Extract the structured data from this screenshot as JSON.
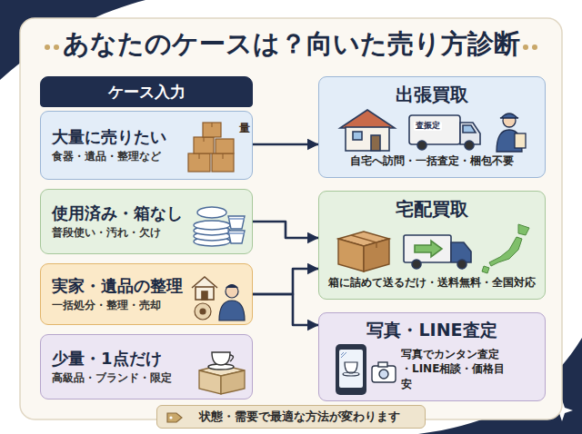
{
  "diagram": {
    "title": "あなたのケースは？向いた売り方診断",
    "nodes": [
      {
        "text": [
          "ケース入力"
        ]
      },
      {
        "text": [
          "大量に売りたい",
          "食器・遺品・整理など"
        ]
      },
      {
        "text": [
          "使用済み・箱なし",
          "普段使い・汚れ・欠け"
        ]
      },
      {
        "text": [
          "実家・遺品の整理",
          "一括処分・整理・売却"
        ]
      },
      {
        "text": [
          "少量・1点だけ",
          "高級品・ブランド・限定"
        ]
      },
      {
        "text": [
          "出張買取",
          "自宅へ訪問・一括査定・梱包不要"
        ]
      },
      {
        "text": [
          "宅配買取",
          "箱に詰めて送るだけ・送料無料・全国対応"
        ]
      },
      {
        "text": [
          "写真・LINE査定",
          "写真でカンタン査定 ・LINE相談・価格目安"
        ]
      },
      {
        "text": [
          "状態・需要で最適な方法が変わります"
        ]
      }
    ],
    "edges": [
      {
        "from": 1,
        "to": 5,
        "arrow": "to"
      },
      {
        "from": 2,
        "to": 6,
        "arrow": "to"
      },
      {
        "from": 3,
        "to": 6,
        "arrow": "to"
      },
      {
        "from": 3,
        "to": 7,
        "arrow": "to"
      }
    ],
    "labels": [
      "量",
      "査振定"
    ]
  }
}
